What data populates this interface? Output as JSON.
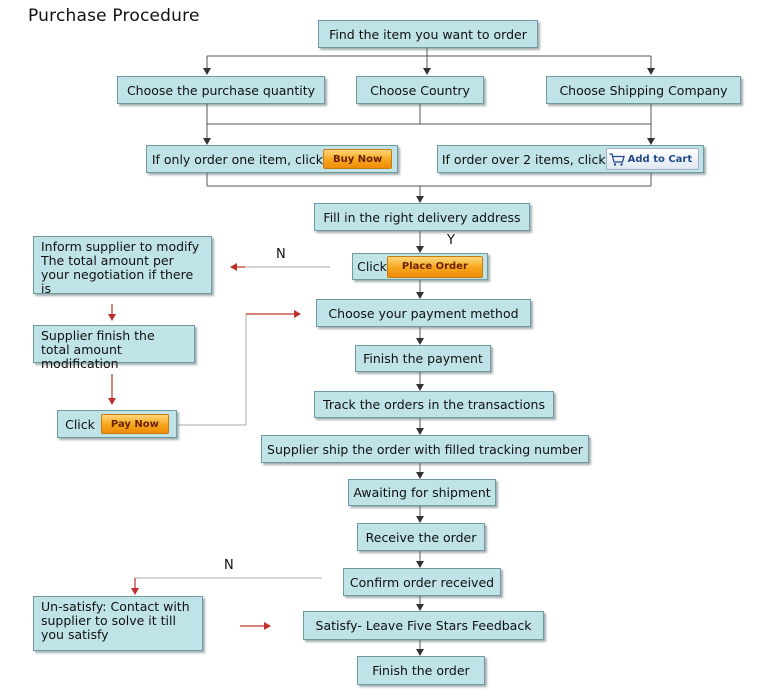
{
  "title": "Purchase Procedure",
  "steps": {
    "find_item": "Find the item you want to order",
    "choose_quantity": "Choose the purchase quantity",
    "choose_country": "Choose Country",
    "choose_shipping": "Choose Shipping Company",
    "one_item": "If only order one item, click",
    "buy_now": "Buy Now",
    "over_two": "If order over 2 items, click",
    "add_to_cart": "Add to Cart",
    "fill_address": "Fill in the right delivery address",
    "click": "Click",
    "place_order": "Place Order",
    "choose_payment": "Choose your payment method",
    "finish_payment": "Finish the payment",
    "track_orders": "Track the orders in the transactions",
    "supplier_ship": "Supplier ship the order with filled tracking number",
    "awaiting": "Awaiting for shipment",
    "receive": "Receive the order",
    "confirm": "Confirm order received",
    "satisfy": "Satisfy- Leave Five Stars Feedback",
    "finish_order": "Finish the order"
  },
  "side": {
    "inform_supplier": "Inform supplier to modify The total amount per your negotiation if there is",
    "supplier_finish": "Supplier finish the total amount modification",
    "click": "Click",
    "pay_now": "Pay Now",
    "unsatisfy": "Un-satisfy: Contact with supplier to solve it till you satisfy"
  },
  "labels": {
    "yes": "Y",
    "no_top": "N",
    "no_bottom": "N"
  },
  "colors": {
    "box_fill": "#bfe3e6",
    "box_border": "#6f9aa0",
    "connector": "#555555",
    "side_arrow": "#c0302a",
    "button_orange": "#f7a51b"
  },
  "icons": {
    "cart": "shopping-cart-icon"
  }
}
